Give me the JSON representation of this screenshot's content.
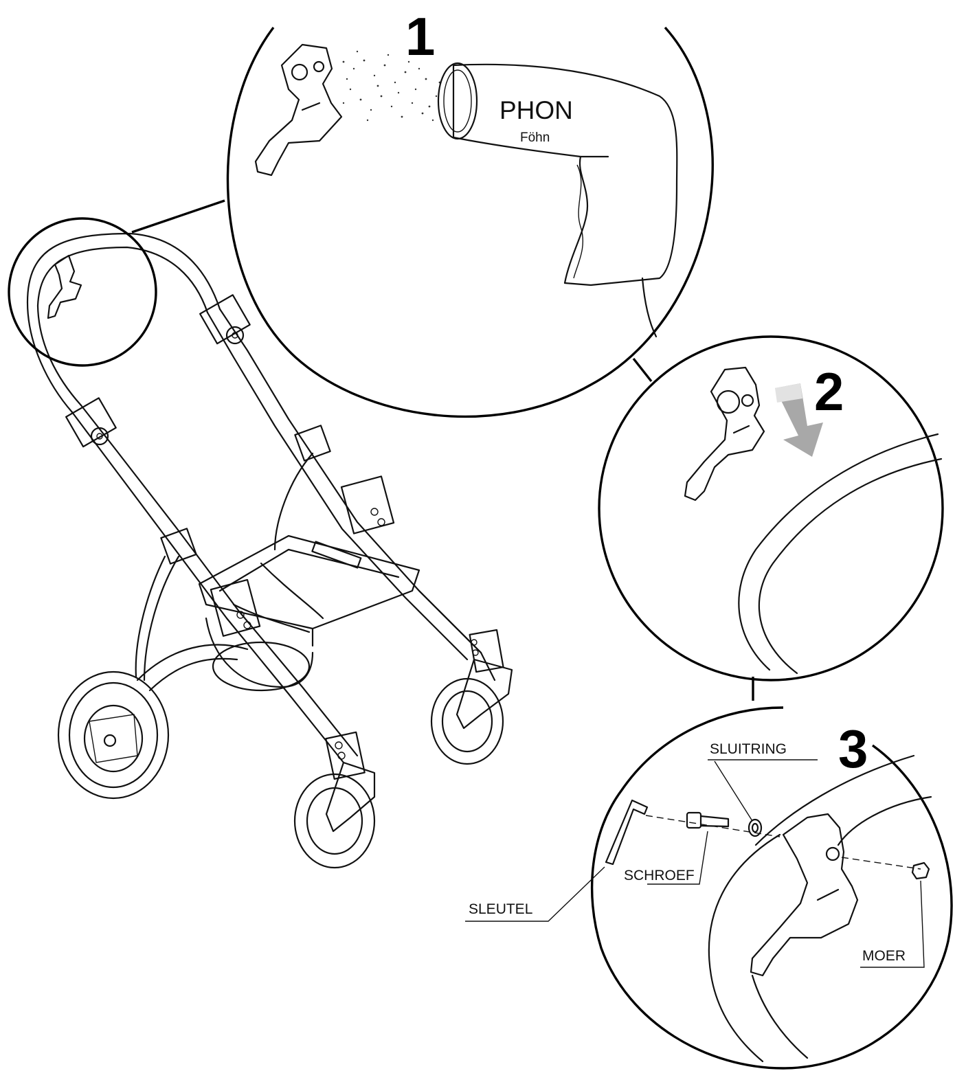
{
  "steps": {
    "step1_number": "1",
    "step2_number": "2",
    "step3_number": "3"
  },
  "dryer": {
    "label_main": "PHON",
    "label_sub": "Föhn"
  },
  "parts": {
    "washer": "SLUITRING",
    "screw": "SCHROEF",
    "key": "SLEUTEL",
    "nut": "MOER"
  },
  "icons": {
    "stroller": "stroller-frame-icon",
    "brake_lever": "brake-lever-icon",
    "hair_dryer": "hair-dryer-icon",
    "arrow": "down-arrow-icon",
    "allen_key": "allen-key-icon"
  }
}
